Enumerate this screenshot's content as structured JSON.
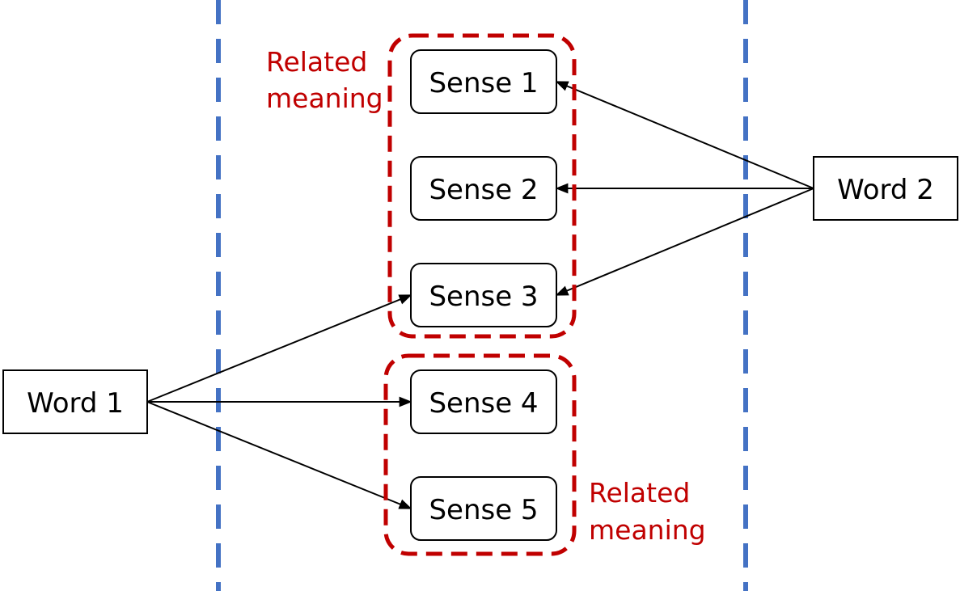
{
  "colors": {
    "divider": "#4472C4",
    "group_border": "#C00000",
    "group_label": "#C00000",
    "box_border": "#000000",
    "arrow": "#000000"
  },
  "words": [
    {
      "id": "word1",
      "label": "Word 1"
    },
    {
      "id": "word2",
      "label": "Word 2"
    }
  ],
  "senses": [
    {
      "id": "sense1",
      "label": "Sense 1"
    },
    {
      "id": "sense2",
      "label": "Sense 2"
    },
    {
      "id": "sense3",
      "label": "Sense 3"
    },
    {
      "id": "sense4",
      "label": "Sense 4"
    },
    {
      "id": "sense5",
      "label": "Sense 5"
    }
  ],
  "groups": [
    {
      "id": "group-top",
      "members": [
        "sense1",
        "sense2",
        "sense3"
      ],
      "label_lines": [
        "Related",
        "meaning"
      ]
    },
    {
      "id": "group-bottom",
      "members": [
        "sense4",
        "sense5"
      ],
      "label_lines": [
        "Related",
        "meaning"
      ]
    }
  ],
  "edges": [
    {
      "from": "word1",
      "to": "sense3"
    },
    {
      "from": "word1",
      "to": "sense4"
    },
    {
      "from": "word1",
      "to": "sense5"
    },
    {
      "from": "word2",
      "to": "sense1"
    },
    {
      "from": "word2",
      "to": "sense2"
    },
    {
      "from": "word2",
      "to": "sense3"
    }
  ]
}
